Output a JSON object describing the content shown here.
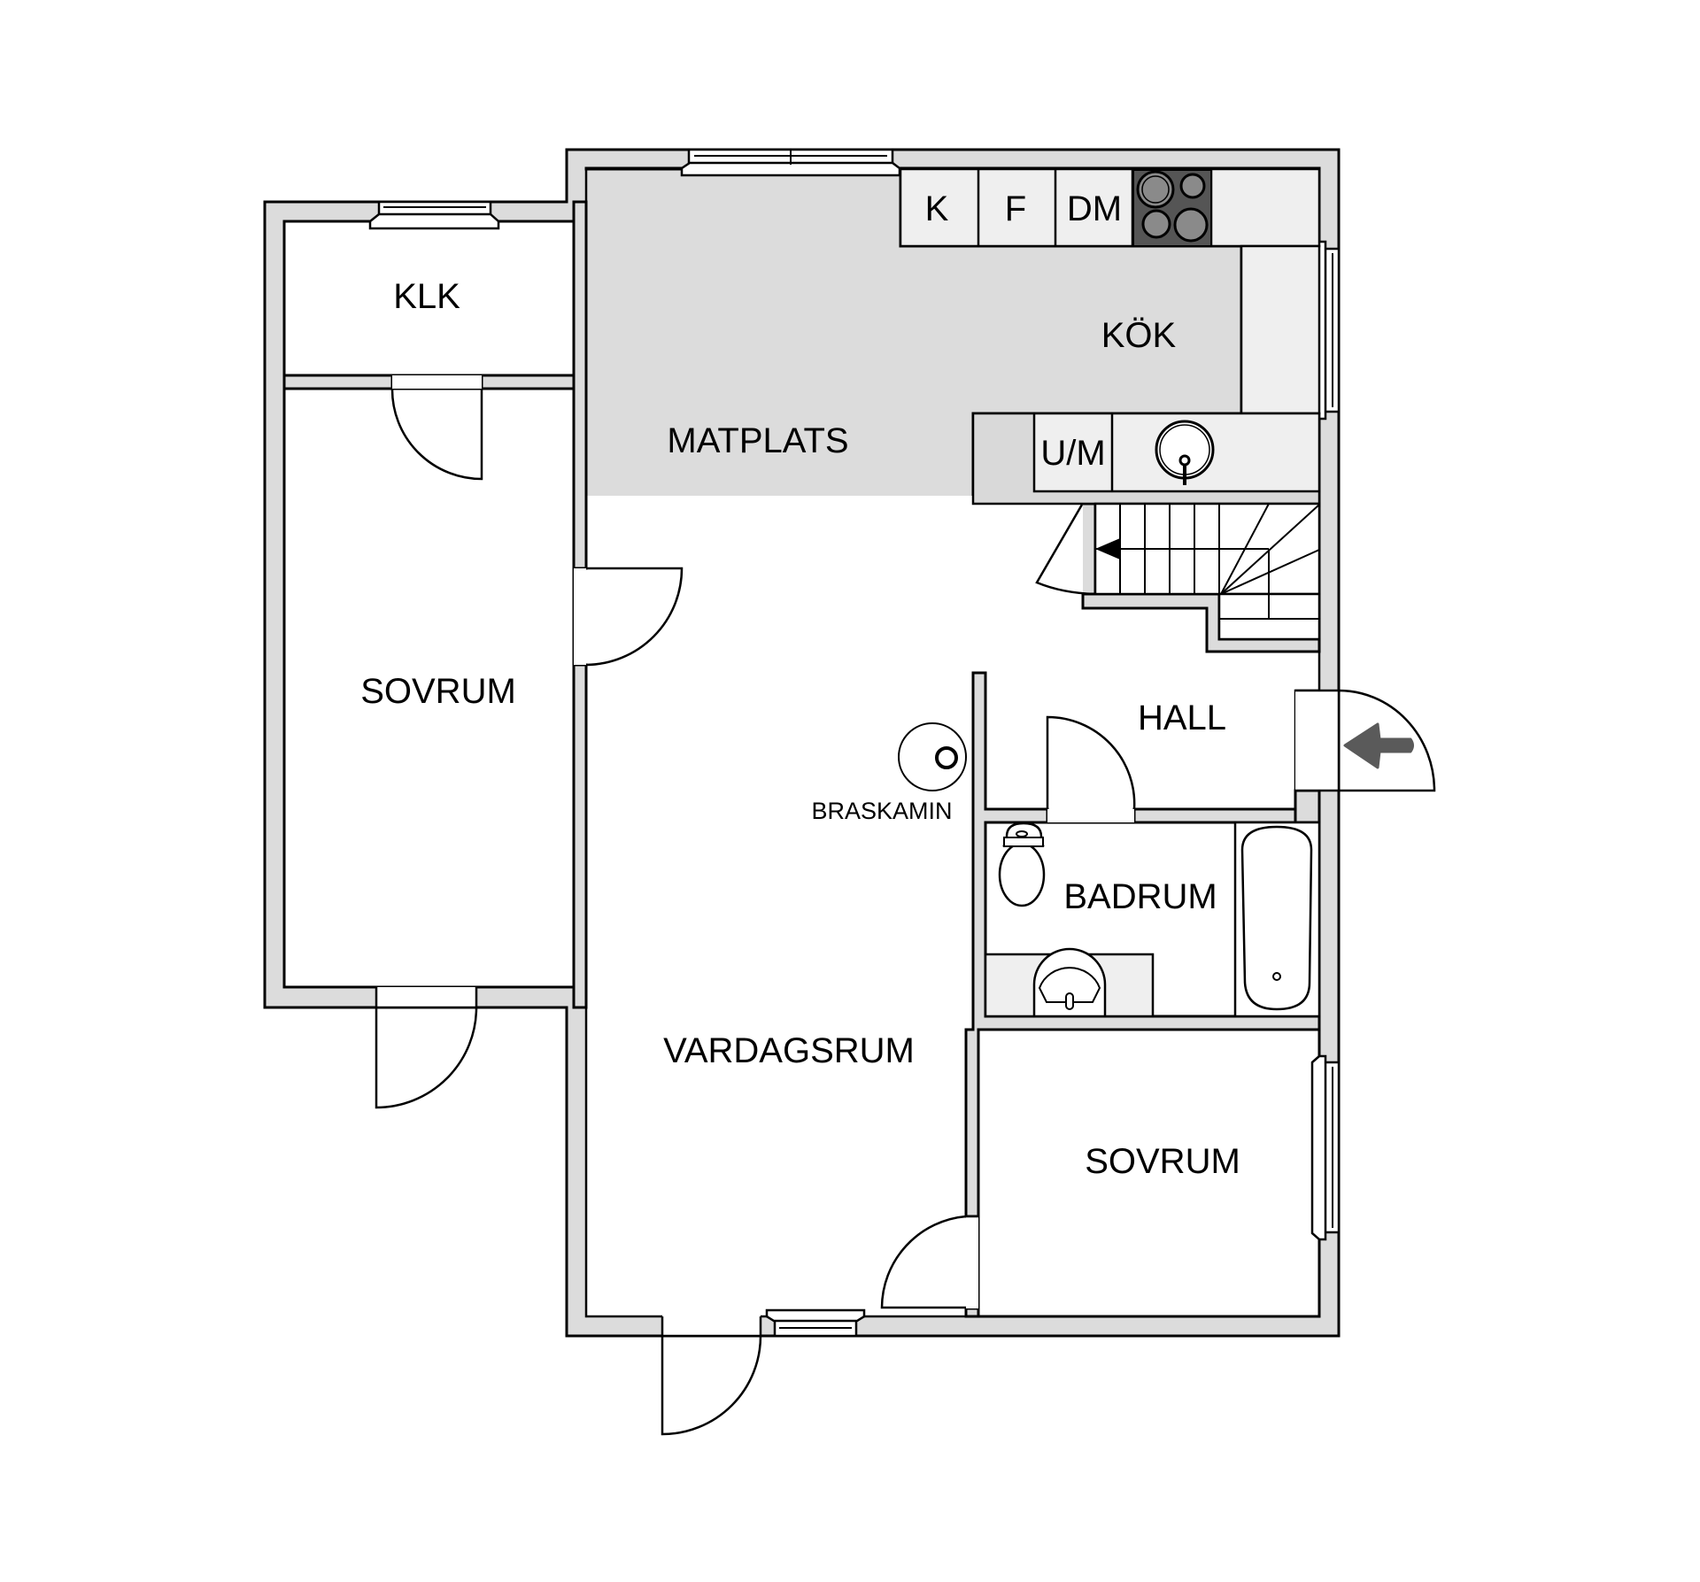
{
  "floorplan": {
    "rooms": {
      "klk": {
        "label": "KLK"
      },
      "sovrum_left": {
        "label": "SOVRUM"
      },
      "matplats": {
        "label": "MATPLATS"
      },
      "kok": {
        "label": "KÖK"
      },
      "vardagsrum": {
        "label": "VARDAGSRUM"
      },
      "hall": {
        "label": "HALL"
      },
      "badrum": {
        "label": "BADRUM"
      },
      "sovrum_right": {
        "label": "SOVRUM"
      }
    },
    "appliances": {
      "fridge": {
        "label": "K"
      },
      "freezer": {
        "label": "F"
      },
      "dishwasher": {
        "label": "DM"
      },
      "oven_microwave": {
        "label": "U/M"
      },
      "fireplace": {
        "label": "BRASKAMIN"
      }
    },
    "colors": {
      "wall_fill": "#dcdcdc",
      "counter_fill": "#efefef",
      "stove_fill": "#555555",
      "burner_fill": "#8a8a8a",
      "entrance_arrow": "#5a5a5a"
    }
  }
}
